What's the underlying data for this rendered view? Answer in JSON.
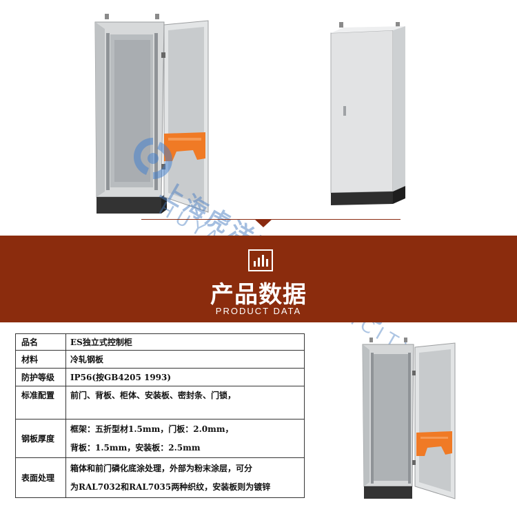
{
  "watermark": {
    "company_cn": "上海虎洋电气有限公司",
    "company_en": "HUYANG ELECTRICITY"
  },
  "banner": {
    "title": "产品数据",
    "subtitle": "PRODUCT DATA",
    "icon": "bar-chart-icon",
    "color": "#8b2c0d"
  },
  "specs": {
    "rows": [
      {
        "key": "品名",
        "value": "ES独立式控制柜"
      },
      {
        "key": "材料",
        "value": "冷轧钢板"
      },
      {
        "key": "防护等级",
        "value": "IP56(按GB4205 1993)"
      },
      {
        "key": "标准配置",
        "value": "前门、背板、柜体、安装板、密封条、门锁，"
      },
      {
        "key": "钢板厚度",
        "lines": [
          "框架：五折型材1.5mm，门板：2.0mm，",
          "背板：1.5mm，安装板：2.5mm"
        ]
      },
      {
        "key": "表面处理",
        "lines": [
          "箱体和前门磷化底涂处理，外部为粉末涂层，可分",
          "为RAL7032和RAL7035两种织纹，安装板则为镀锌"
        ]
      }
    ]
  }
}
